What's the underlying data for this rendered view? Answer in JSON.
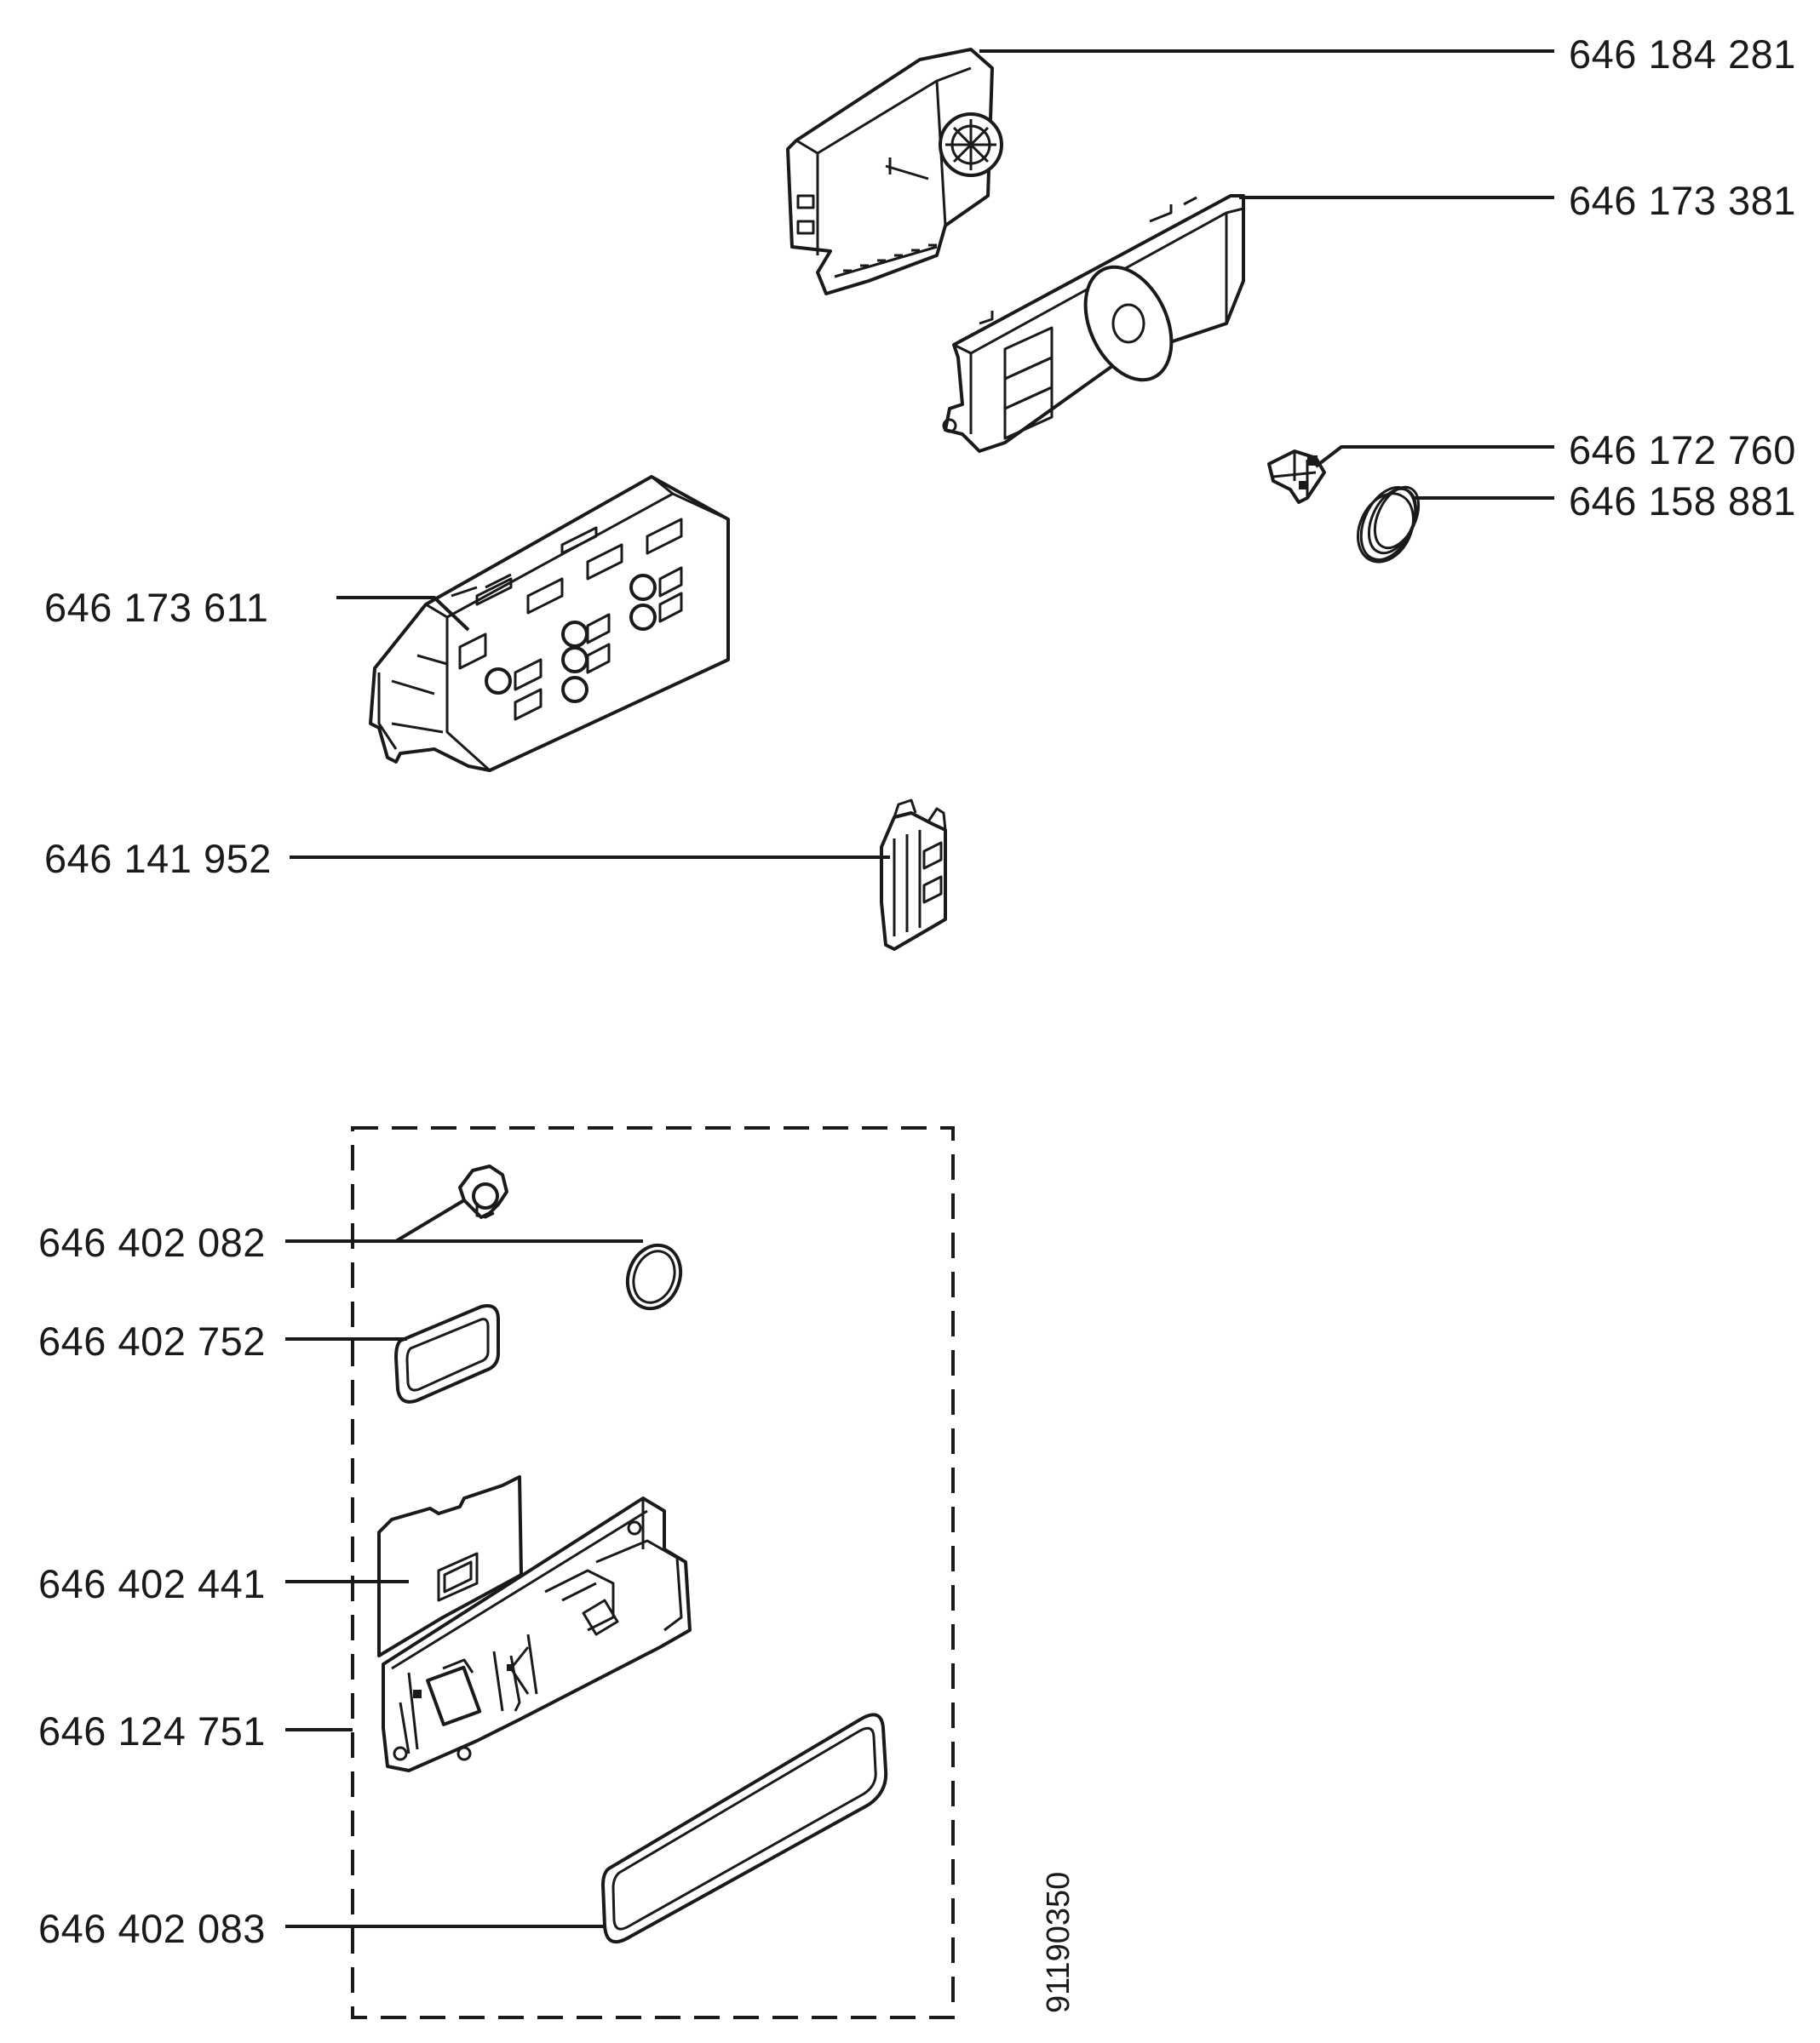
{
  "labels": {
    "p_646_184_281": "646 184 281",
    "p_646_173_381": "646 173 381",
    "p_646_172_760": "646 172 760",
    "p_646_158_881": "646 158 881",
    "p_646_173_611": "646 173 611",
    "p_646_141_952": "646 141 952",
    "p_646_402_082": "646 402 082",
    "p_646_402_752": "646 402 752",
    "p_646_402_441": "646 402 441",
    "p_646_124_751": "646 124 751",
    "p_646_402_083": "646 402 083"
  },
  "drawing_number": "91190350"
}
